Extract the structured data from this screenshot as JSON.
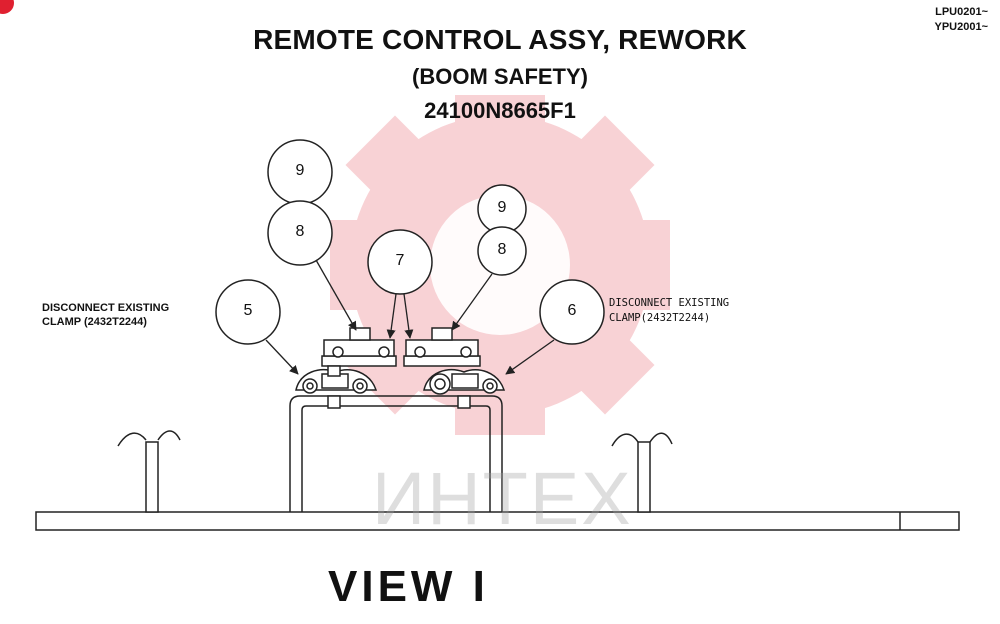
{
  "header": {
    "title": "REMOTE CONTROL ASSY, REWORK",
    "subtitle": "(BOOM SAFETY)",
    "part_number": "24100N8665F1",
    "rev_line_1": "LPU0201~",
    "rev_line_2": "YPU2001~"
  },
  "notes": {
    "left_line_1": "DISCONNECT EXISTING",
    "left_line_2": "CLAMP (2432T2244)",
    "right_line_1": "DISCONNECT EXISTING",
    "right_line_2": "CLAMP(2432T2244)"
  },
  "balloons": {
    "b9_left": "9",
    "b8_left": "8",
    "b7": "7",
    "b9_right": "9",
    "b8_right": "8",
    "b5": "5",
    "b6": "6"
  },
  "view_label": "VIEW I",
  "watermark": {
    "text": "ИНТЕХ",
    "color": "#f2a0a6"
  },
  "colors": {
    "line": "#222222",
    "accent": "#e02030"
  }
}
